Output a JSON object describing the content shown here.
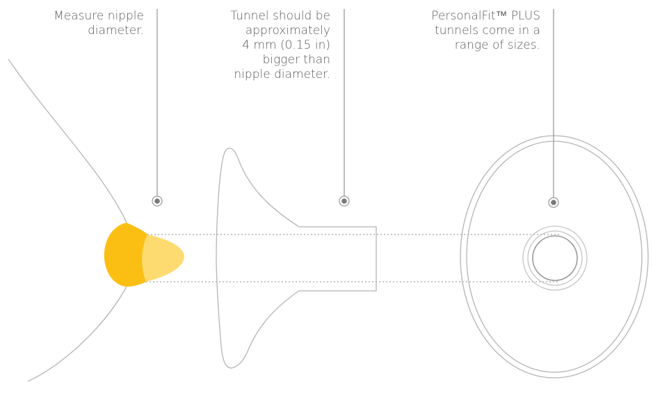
{
  "captions": {
    "measure": {
      "lines": [
        "Measure nipple",
        "diameter."
      ]
    },
    "tunnel_size": {
      "lines": [
        "Tunnel should be",
        "approximately",
        "4 mm (0.15 in)",
        "bigger than",
        "nipple diameter."
      ]
    },
    "sizes": {
      "lines": [
        "PersonalFit™ PLUS",
        "tunnels come in a",
        "range of sizes."
      ]
    }
  },
  "colors": {
    "outline": "#b4b4b4",
    "text": "#5a5a5a",
    "nipple_outer": "#fbbf14",
    "nipple_inner": "#fddb70",
    "marker_ring": "#9a9a9a",
    "marker_dot": "#7a7a7a",
    "dotted_line": "#b4b4b4"
  }
}
